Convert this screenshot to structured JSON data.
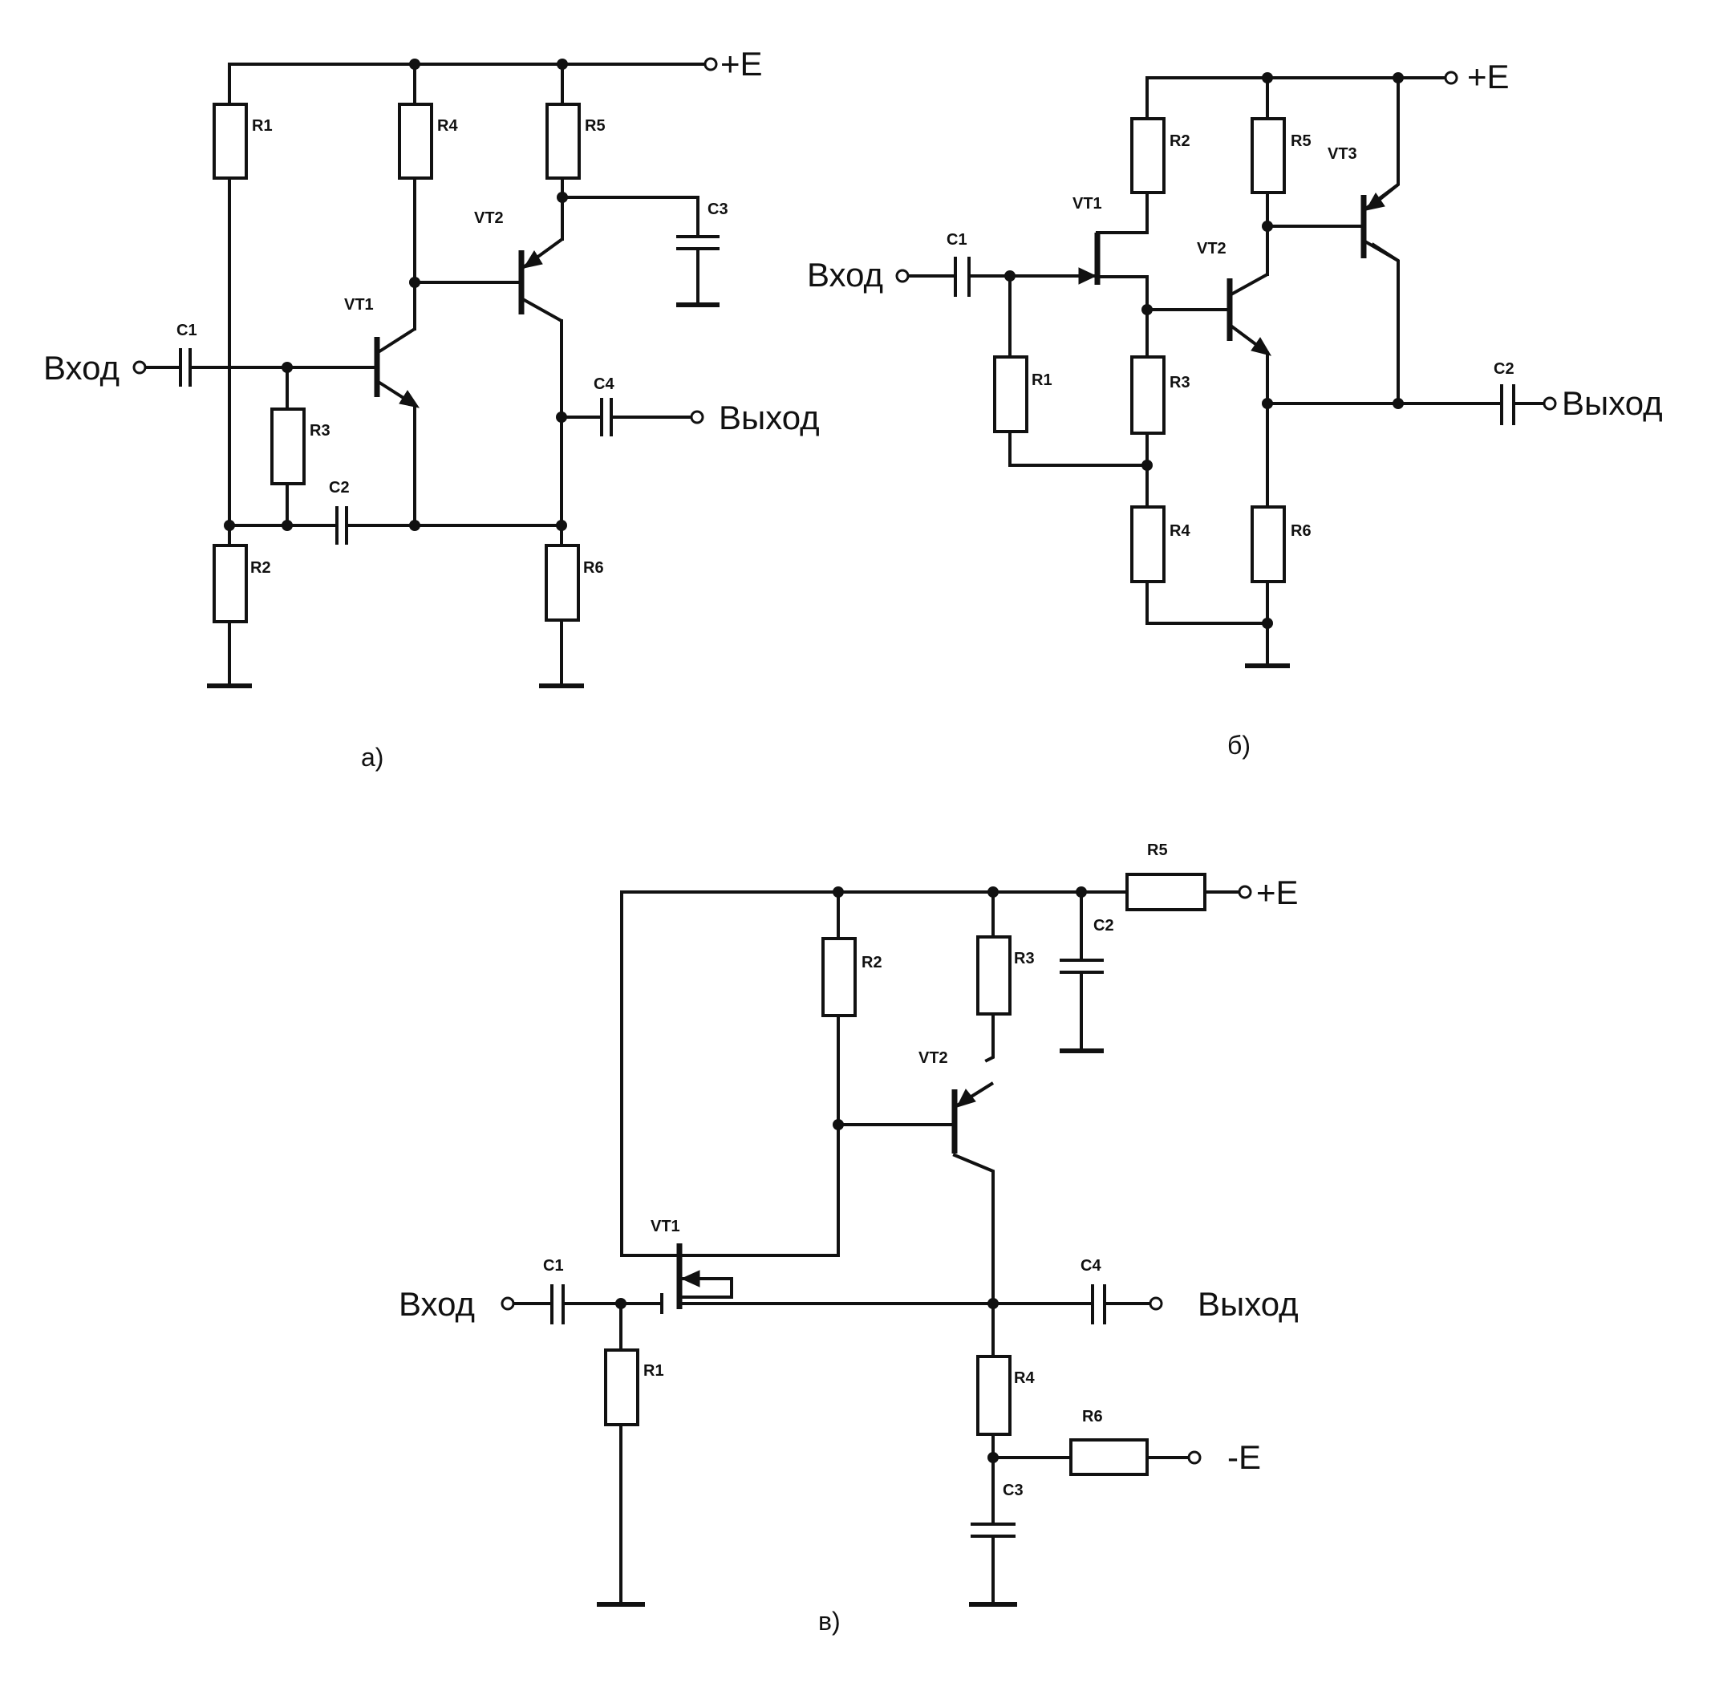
{
  "schematic_a": {
    "caption": "а)",
    "supply": "+E",
    "input": "Вход",
    "output": "Выход",
    "R1": "R1",
    "R2": "R2",
    "R3": "R3",
    "R4": "R4",
    "R5": "R5",
    "R6": "R6",
    "C1": "C1",
    "C2": "C2",
    "C3": "C3",
    "C4": "C4",
    "VT1": "VT1",
    "VT2": "VT2"
  },
  "schematic_b": {
    "caption": "б)",
    "supply": "+E",
    "input": "Вход",
    "output": "Выход",
    "R1": "R1",
    "R2": "R2",
    "R3": "R3",
    "R4": "R4",
    "R5": "R5",
    "R6": "R6",
    "C1": "C1",
    "C2": "C2",
    "VT1": "VT1",
    "VT2": "VT2",
    "VT3": "VT3"
  },
  "schematic_c": {
    "caption": "в)",
    "supply_pos": "+E",
    "supply_neg": "-E",
    "input": "Вход",
    "output": "Выход",
    "R1": "R1",
    "R2": "R2",
    "R3": "R3",
    "R4": "R4",
    "R5": "R5",
    "R6": "R6",
    "C1": "C1",
    "C2": "C2",
    "C3": "C3",
    "C4": "C4",
    "VT1": "VT1",
    "VT2": "VT2"
  }
}
